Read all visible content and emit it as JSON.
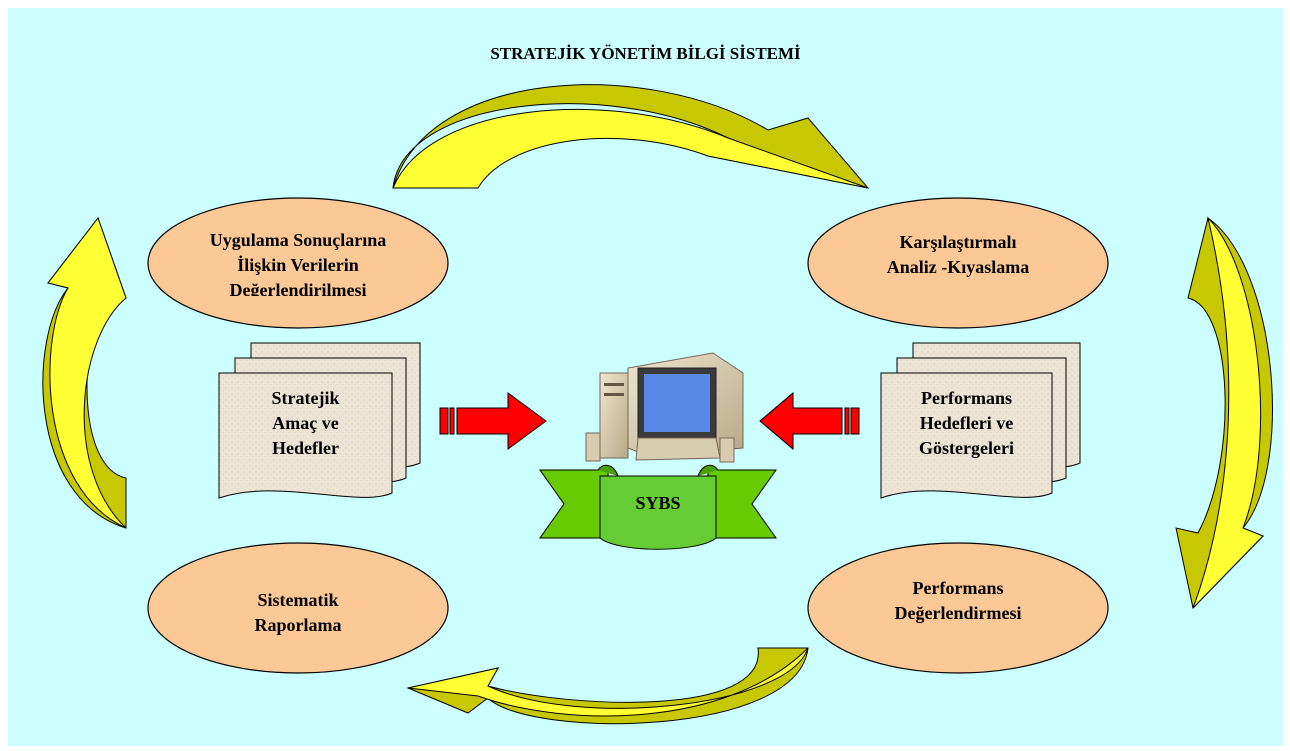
{
  "title": "STRATEJİK YÖNETİM BİLGİ SİSTEMİ",
  "center_label": "SYBS",
  "ellipses": {
    "top_left": [
      "Uygulama Sonuçlarına",
      "İlişkin Verilerin",
      "Değerlendirilmesi"
    ],
    "top_right": [
      "Karşılaştırmalı",
      "Analiz -Kıyaslama"
    ],
    "bottom_left": [
      "Sistematik",
      "Raporlama"
    ],
    "bottom_right": [
      "Performans",
      "Değerlendirmesi"
    ]
  },
  "documents": {
    "left": [
      "Stratejik",
      "Amaç ve",
      "Hedefler"
    ],
    "right": [
      "Performans",
      "Hedefleri ve",
      "Göstergeleri"
    ]
  },
  "colors": {
    "background": "#ccffff",
    "ellipse_fill": "#fcc896",
    "arrow_yellow": "#ffff00",
    "arrow_olive": "#c8c800",
    "red_arrow": "#ff0000",
    "banner_green": "#66cc33",
    "document_fill": "#f0e8d8"
  }
}
